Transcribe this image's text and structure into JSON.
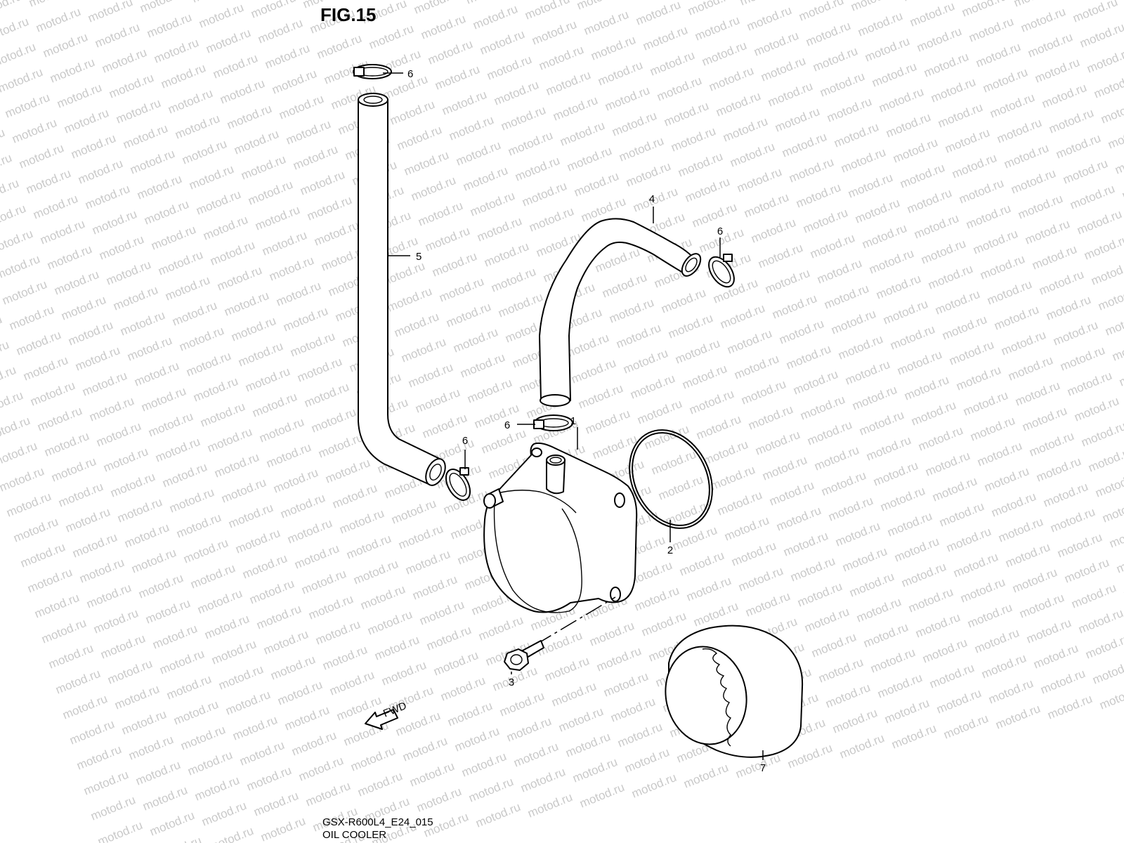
{
  "header": {
    "figure_label": "FIG.15"
  },
  "footer": {
    "model_code": "GSX-R600L4_E24_015",
    "section_name": "OIL COOLER"
  },
  "watermark": {
    "text": "motod.ru",
    "color": "#c9c9c9"
  },
  "fwd_arrow": {
    "label": "FWD"
  },
  "callouts": [
    {
      "number": "1",
      "part": "oil-cooler"
    },
    {
      "number": "2",
      "part": "o-ring"
    },
    {
      "number": "3",
      "part": "bolt"
    },
    {
      "number": "4",
      "part": "oil-cooler-hose-upper"
    },
    {
      "number": "5",
      "part": "oil-cooler-hose-long"
    },
    {
      "number": "6",
      "part": "hose-clamp"
    },
    {
      "number": "6",
      "part": "hose-clamp"
    },
    {
      "number": "6",
      "part": "hose-clamp"
    },
    {
      "number": "6",
      "part": "hose-clamp"
    },
    {
      "number": "7",
      "part": "oil-filter"
    }
  ]
}
